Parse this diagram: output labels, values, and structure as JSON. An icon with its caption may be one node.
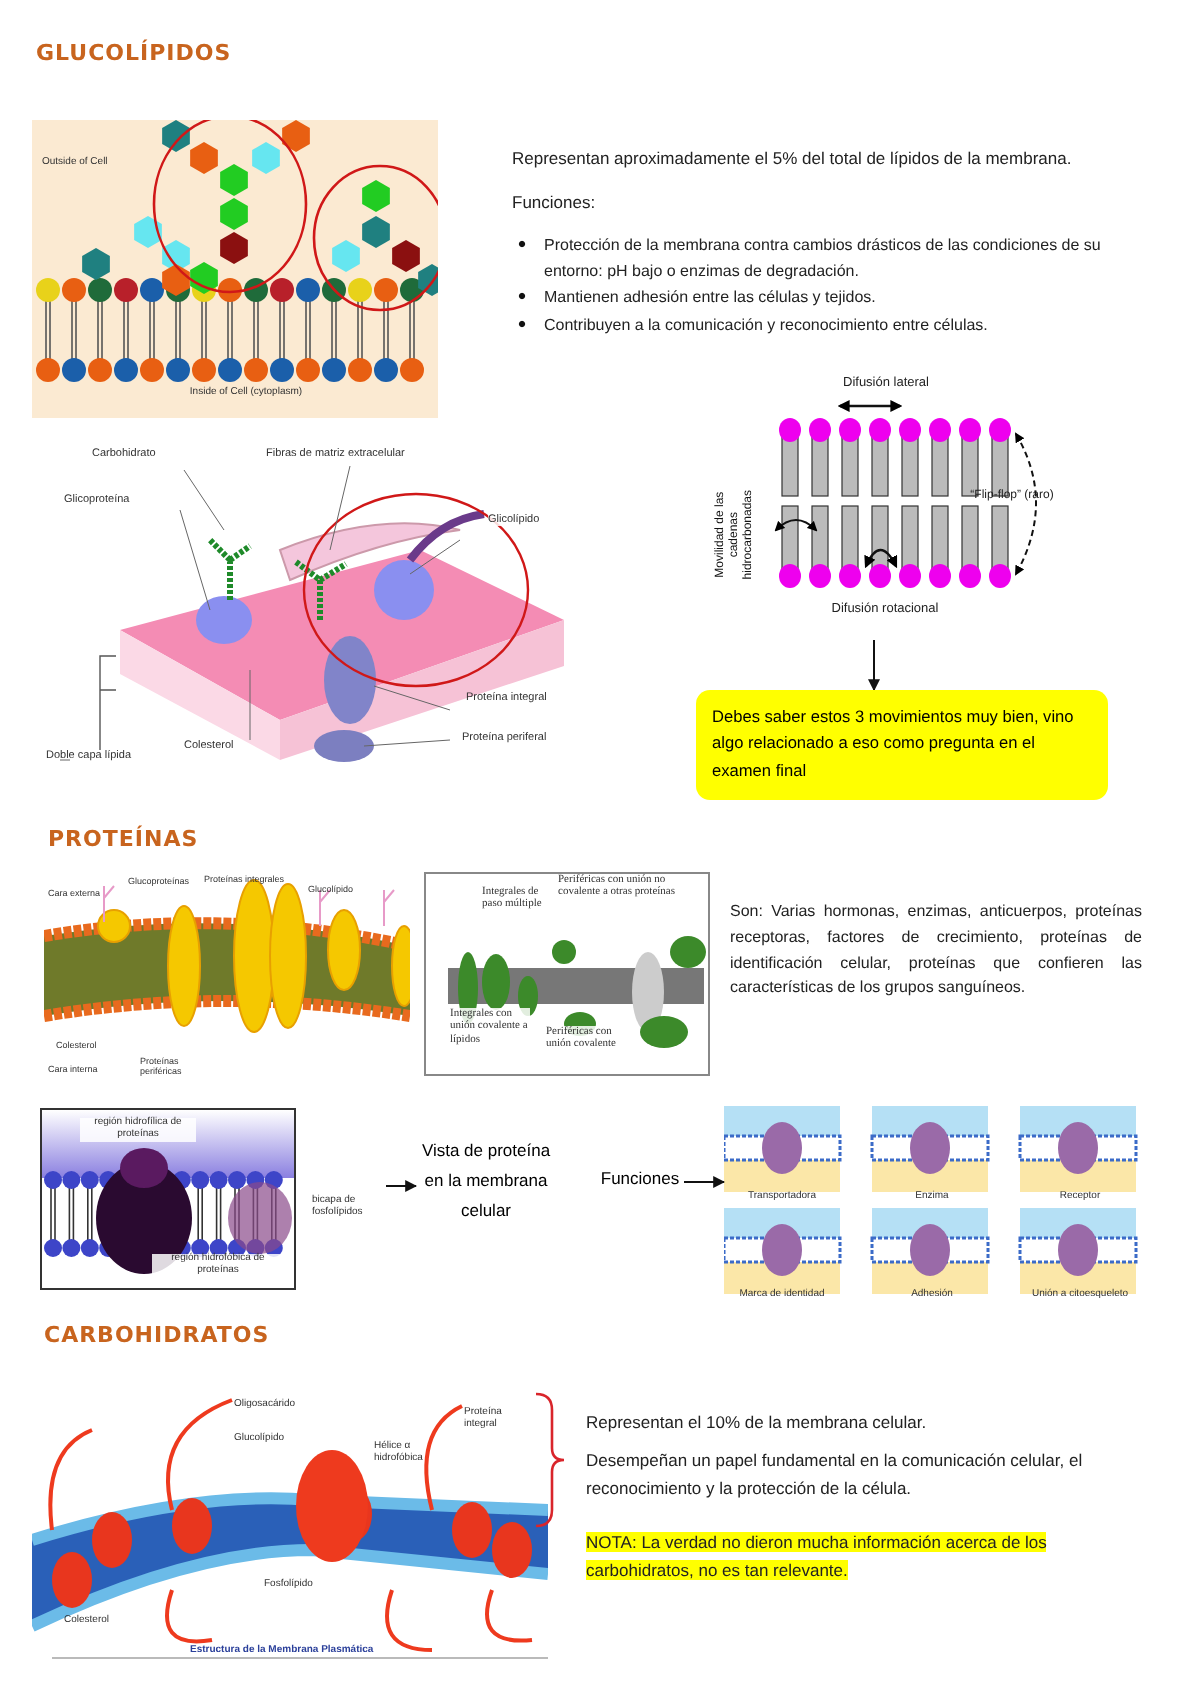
{
  "diagram": {
    "nodes": [
      {
        "text": [],
        "shape": "picture"
      },
      {
        "text": [],
        "shape": "picture"
      },
      {
        "text": [],
        "shape": "picture"
      },
      {
        "text": [
          "Debes saber estos 3 movimientos muy bien, vino algo relacionado a eso como pregunta en el examen final"
        ]
      },
      {
        "text": [],
        "shape": "picture"
      },
      {
        "text": [],
        "shape": "picture"
      },
      {
        "text": [],
        "shape": "picture"
      },
      {
        "text": [
          "Vista de proteína en la membrana celular"
        ]
      },
      {
        "text": [
          "Funciones"
        ]
      },
      {
        "text": [],
        "shape": "picture"
      },
      {
        "text": [],
        "shape": "picture"
      }
    ],
    "edges": [
      {
        "from": 2,
        "to": 3,
        "arrow": "to"
      },
      {
        "from": null,
        "to": 7,
        "arrow": "to"
      },
      {
        "from": 8,
        "to": 9,
        "arrow": "to"
      }
    ],
    "labels": [
      "GLUCOLÍPIDOS",
      "Outside of Cell",
      "Inside of Cell (cytoplasm)",
      "Representan aproximadamente el 5% del total de lípidos de la membrana.",
      "Funciones:",
      "Protección de la membrana contra cambios drásticos de las condiciones de su entorno: pH bajo o enzimas de degradación.",
      "Mantienen adhesión entre las células y tejidos.",
      "Contribuyen a la comunicación y reconocimiento entre células.",
      "Difusión lateral",
      "Carbohidrato",
      "Fibras de matriz extracelular",
      "Glicoproteína",
      "Glicolípido",
      "Movilidad de las cadenas hidrocarbonadas",
      "“Flip-flop” (raro)",
      "Difusión rotacional",
      "Proteína integral",
      "Proteína periferal",
      "Colesterol",
      "Doble capa lípida",
      "PROTEÍNAS",
      "Cara externa",
      "Glucoproteínas",
      "Proteínas integrales",
      "Glucolípido",
      "Integrales de paso múltiple",
      "Periféricas con unión no covalente a otras proteínas",
      "Son: Varias hormonas, enzimas, anticuerpos, proteínas receptoras, factores de crecimiento, proteínas de identificación celular, proteínas que confieren las características de los grupos sanguíneos.",
      "Colesterol",
      "Cara interna",
      "Proteínas periféricas",
      "Integrales con unión covalente a lípidos",
      "Periféricas con unión covalente",
      "región hidrofílica de proteínas",
      "bicapa de fosfolípidos",
      "región hidrofóbica de proteínas",
      "Transportadora",
      "Enzima",
      "Receptor",
      "Marca de identidad",
      "Adhesión",
      "Unión a citoesqueleto",
      "CARBOHIDRATOS",
      "Oligosacárido",
      "Glucolípido",
      "Hélice α hidrofóbica",
      "Proteína integral",
      "Representan el 10% de la membrana celular.",
      "Desempeñan un papel fundamental en la comunicación celular, el reconocimiento y la protección de la célula.",
      "Fosfolípido",
      "Colesterol",
      "Estructura de la Membrana Plasmática",
      "NOTA: La verdad no dieron mucha información acerca de los carbohidratos, no es tan relevante."
    ]
  }
}
